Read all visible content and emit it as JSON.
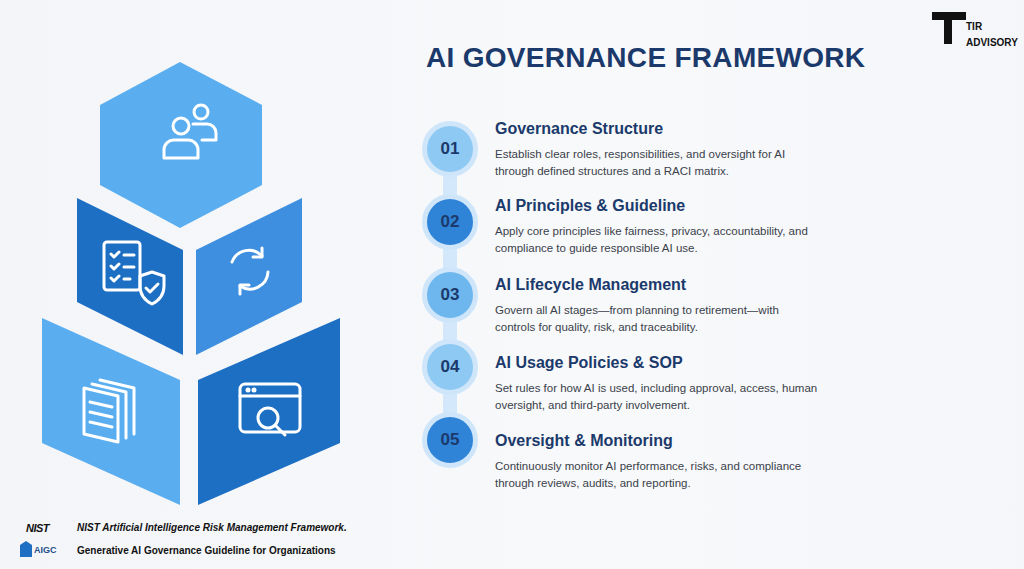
{
  "diagram": {
    "title": "AI GOVERNANCE FRAMEWORK",
    "nodes": [
      {
        "text": [
          "01",
          "Governance Structure",
          "Establish clear roles, responsibilities, and oversight for AI through defined structures and a RACI matrix."
        ]
      },
      {
        "text": [
          "02",
          "AI Principles & Guideline",
          "Apply core principles like fairness, privacy, accountability, and compliance to guide responsible AI use."
        ]
      },
      {
        "text": [
          "03",
          "AI Lifecycle Management",
          "Govern all AI stages—from planning to retirement—with controls for quality, risk, and traceability."
        ]
      },
      {
        "text": [
          "04",
          "AI Usage Policies & SOP",
          "Set rules for how AI is used, including approval, access, human oversight, and third-party involvement."
        ]
      },
      {
        "text": [
          "05",
          "Oversight & Monitoring",
          "Continuously monitor AI performance, risks, and compliance through reviews, audits, and reporting."
        ]
      }
    ],
    "labels": [
      "TIR",
      "ADVISORY",
      "NIST",
      "NIST Artificial Intelligence Risk Management Framework.",
      "AIGC",
      "Generative AI Governance Guideline for Organizations"
    ]
  }
}
